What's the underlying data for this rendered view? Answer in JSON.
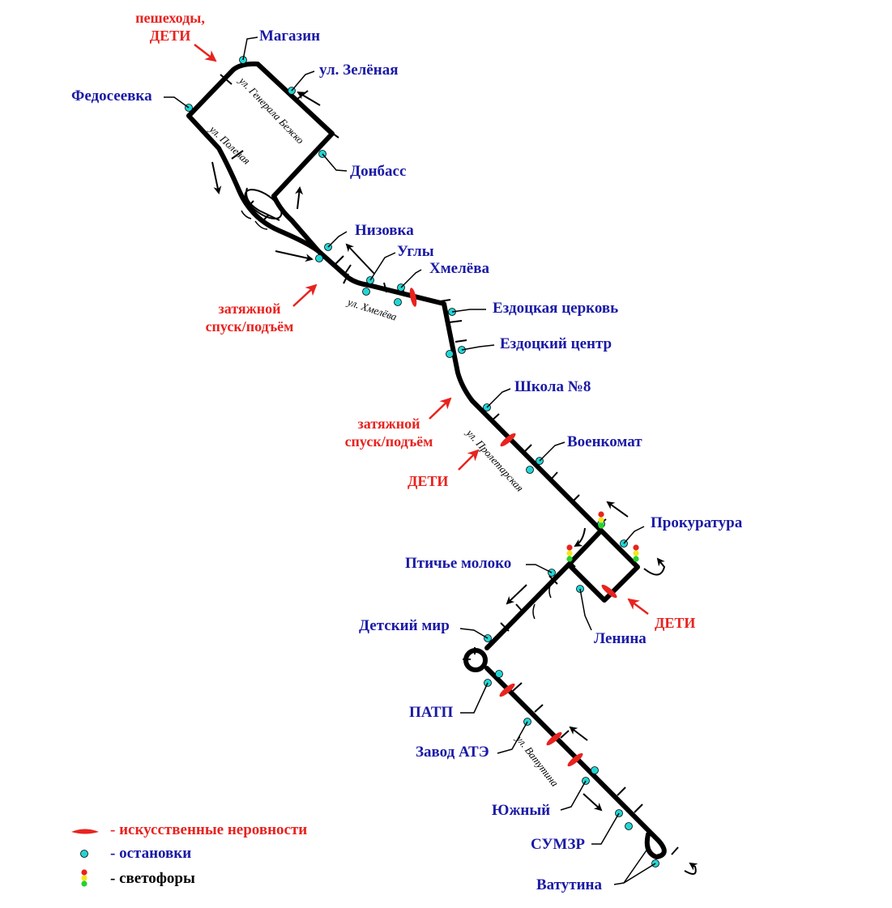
{
  "colors": {
    "route": "#000000",
    "stop": "#22d5d5",
    "hump": "#e8231f",
    "warning_text": "#e8231f",
    "stop_text": "#1a1aa6",
    "legend_stop_text": "#1a1aa6",
    "legend_light_text": "#000000"
  },
  "stops": {
    "magazin": "Магазин",
    "zelenaya": "ул. Зелёная",
    "fedoseevka": "Федосеевка",
    "donbass": "Донбасс",
    "nizovka": "Низовка",
    "ugly": "Углы",
    "khmeleva": "Хмелёва",
    "ezdotskaya_tserkov": "Ездоцкая церковь",
    "ezdotskiy_tsentr": "Ездоцкий центр",
    "shkola8": "Школа №8",
    "voenkomat": "Военкомат",
    "prokuratura": "Прокуратура",
    "ptichye_moloko": "Птичье молоко",
    "lenina": "Ленина",
    "detskiy_mir": "Детский мир",
    "patp": "ПАТП",
    "zavod_ate": "Завод АТЭ",
    "yuzhny": "Южный",
    "sumzr": "СУМЗР",
    "vatutina": "Ватутина"
  },
  "warnings": {
    "pedestrians_line1": "пешеходы,",
    "pedestrians_line2": "ДЕТИ",
    "descent1_line1": "затяжной",
    "descent1_line2": "спуск/подъём",
    "descent2_line1": "затяжной",
    "descent2_line2": "спуск/подъём",
    "children1": "ДЕТИ",
    "children2": "ДЕТИ"
  },
  "streets": {
    "generala_bezhko": "ул. Генерала Бежко",
    "polevaya": "ул. Полевая",
    "khmeleva": "ул. Хмелёва",
    "proletarskaya": "ул. Пролетарская",
    "vatutina": "ул. Ватутина"
  },
  "legend": {
    "humps": "- искусственные неровности",
    "stops": "- остановки",
    "lights": "- светофоры"
  }
}
